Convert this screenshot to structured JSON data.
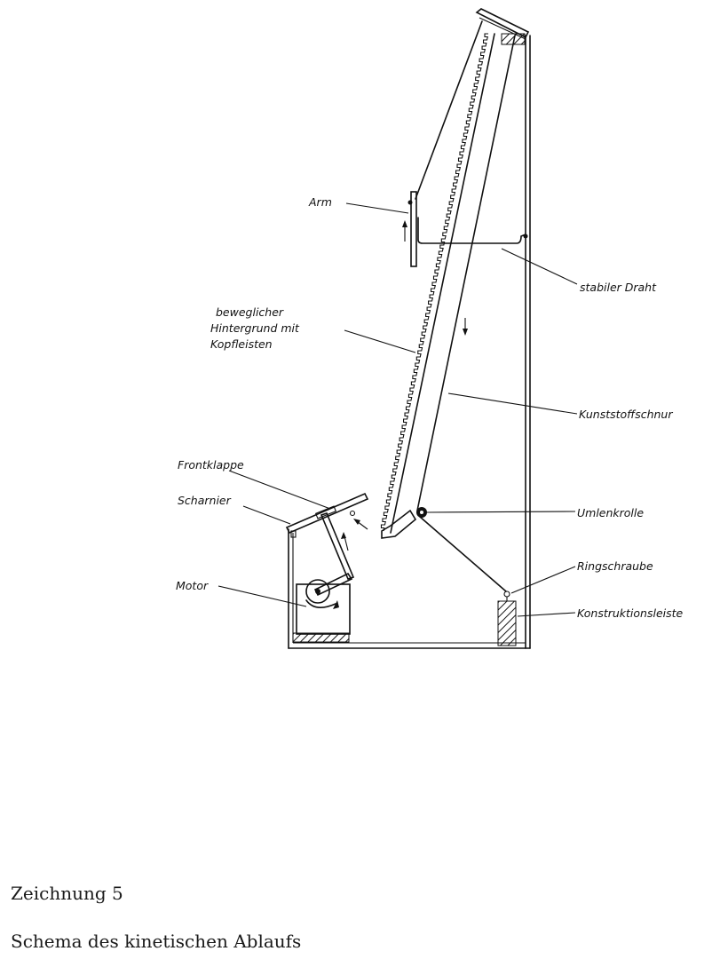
{
  "labels": {
    "arm": "Arm",
    "background_1": "beweglicher",
    "background_2": "Hintergrund mit",
    "background_3": "Kopfleisten",
    "wire": "stabiler Draht",
    "cord": "Kunststoffschnur",
    "front_flap": "Frontklappe",
    "hinge": "Scharnier",
    "pulley": "Umlenkrolle",
    "motor": "Motor",
    "ring_screw": "Ringschraube",
    "construction_bar": "Konstruktionsleiste"
  },
  "caption": {
    "title": "Zeichnung 5",
    "subtitle": "Schema des kinetischen Ablaufs"
  }
}
